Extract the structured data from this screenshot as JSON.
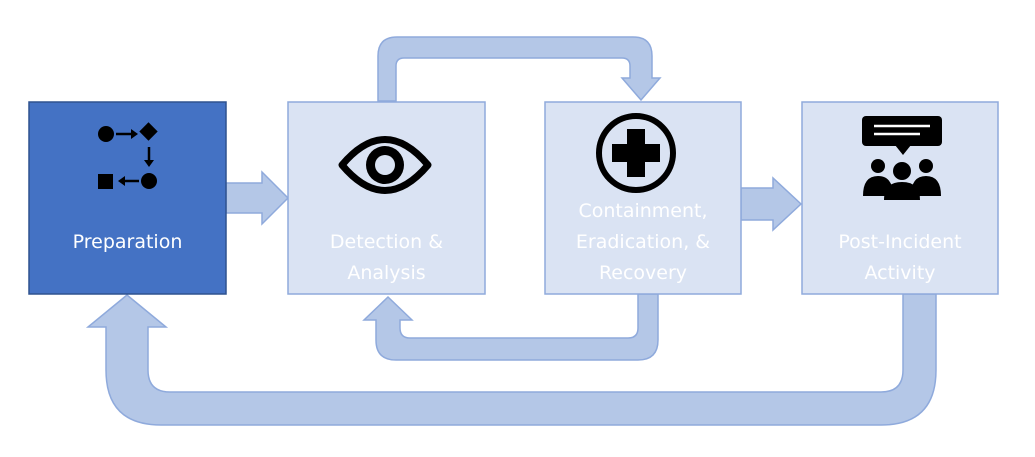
{
  "stages": [
    {
      "id": "preparation",
      "lines": [
        "Preparation"
      ],
      "icon": "flowchart-icon",
      "fill": "#4472c4",
      "active": true
    },
    {
      "id": "detection-analysis",
      "lines": [
        "Detection &",
        "Analysis"
      ],
      "icon": "eye-icon",
      "fill": "#dae3f3",
      "active": false
    },
    {
      "id": "containment",
      "lines": [
        "Containment,",
        "Eradication, &",
        "Recovery"
      ],
      "icon": "medical-cross-icon",
      "fill": "#dae3f3",
      "active": false
    },
    {
      "id": "post-incident",
      "lines": [
        "Post-Incident",
        "Activity"
      ],
      "icon": "meeting-icon",
      "fill": "#dae3f3",
      "active": false
    }
  ],
  "colors": {
    "arrow_fill": "#b4c7e7",
    "arrow_stroke": "#8faadc",
    "box_stroke": "#8faadc",
    "active_stroke": "#2f528f",
    "icon": "#000000",
    "label": "#ffffff"
  }
}
